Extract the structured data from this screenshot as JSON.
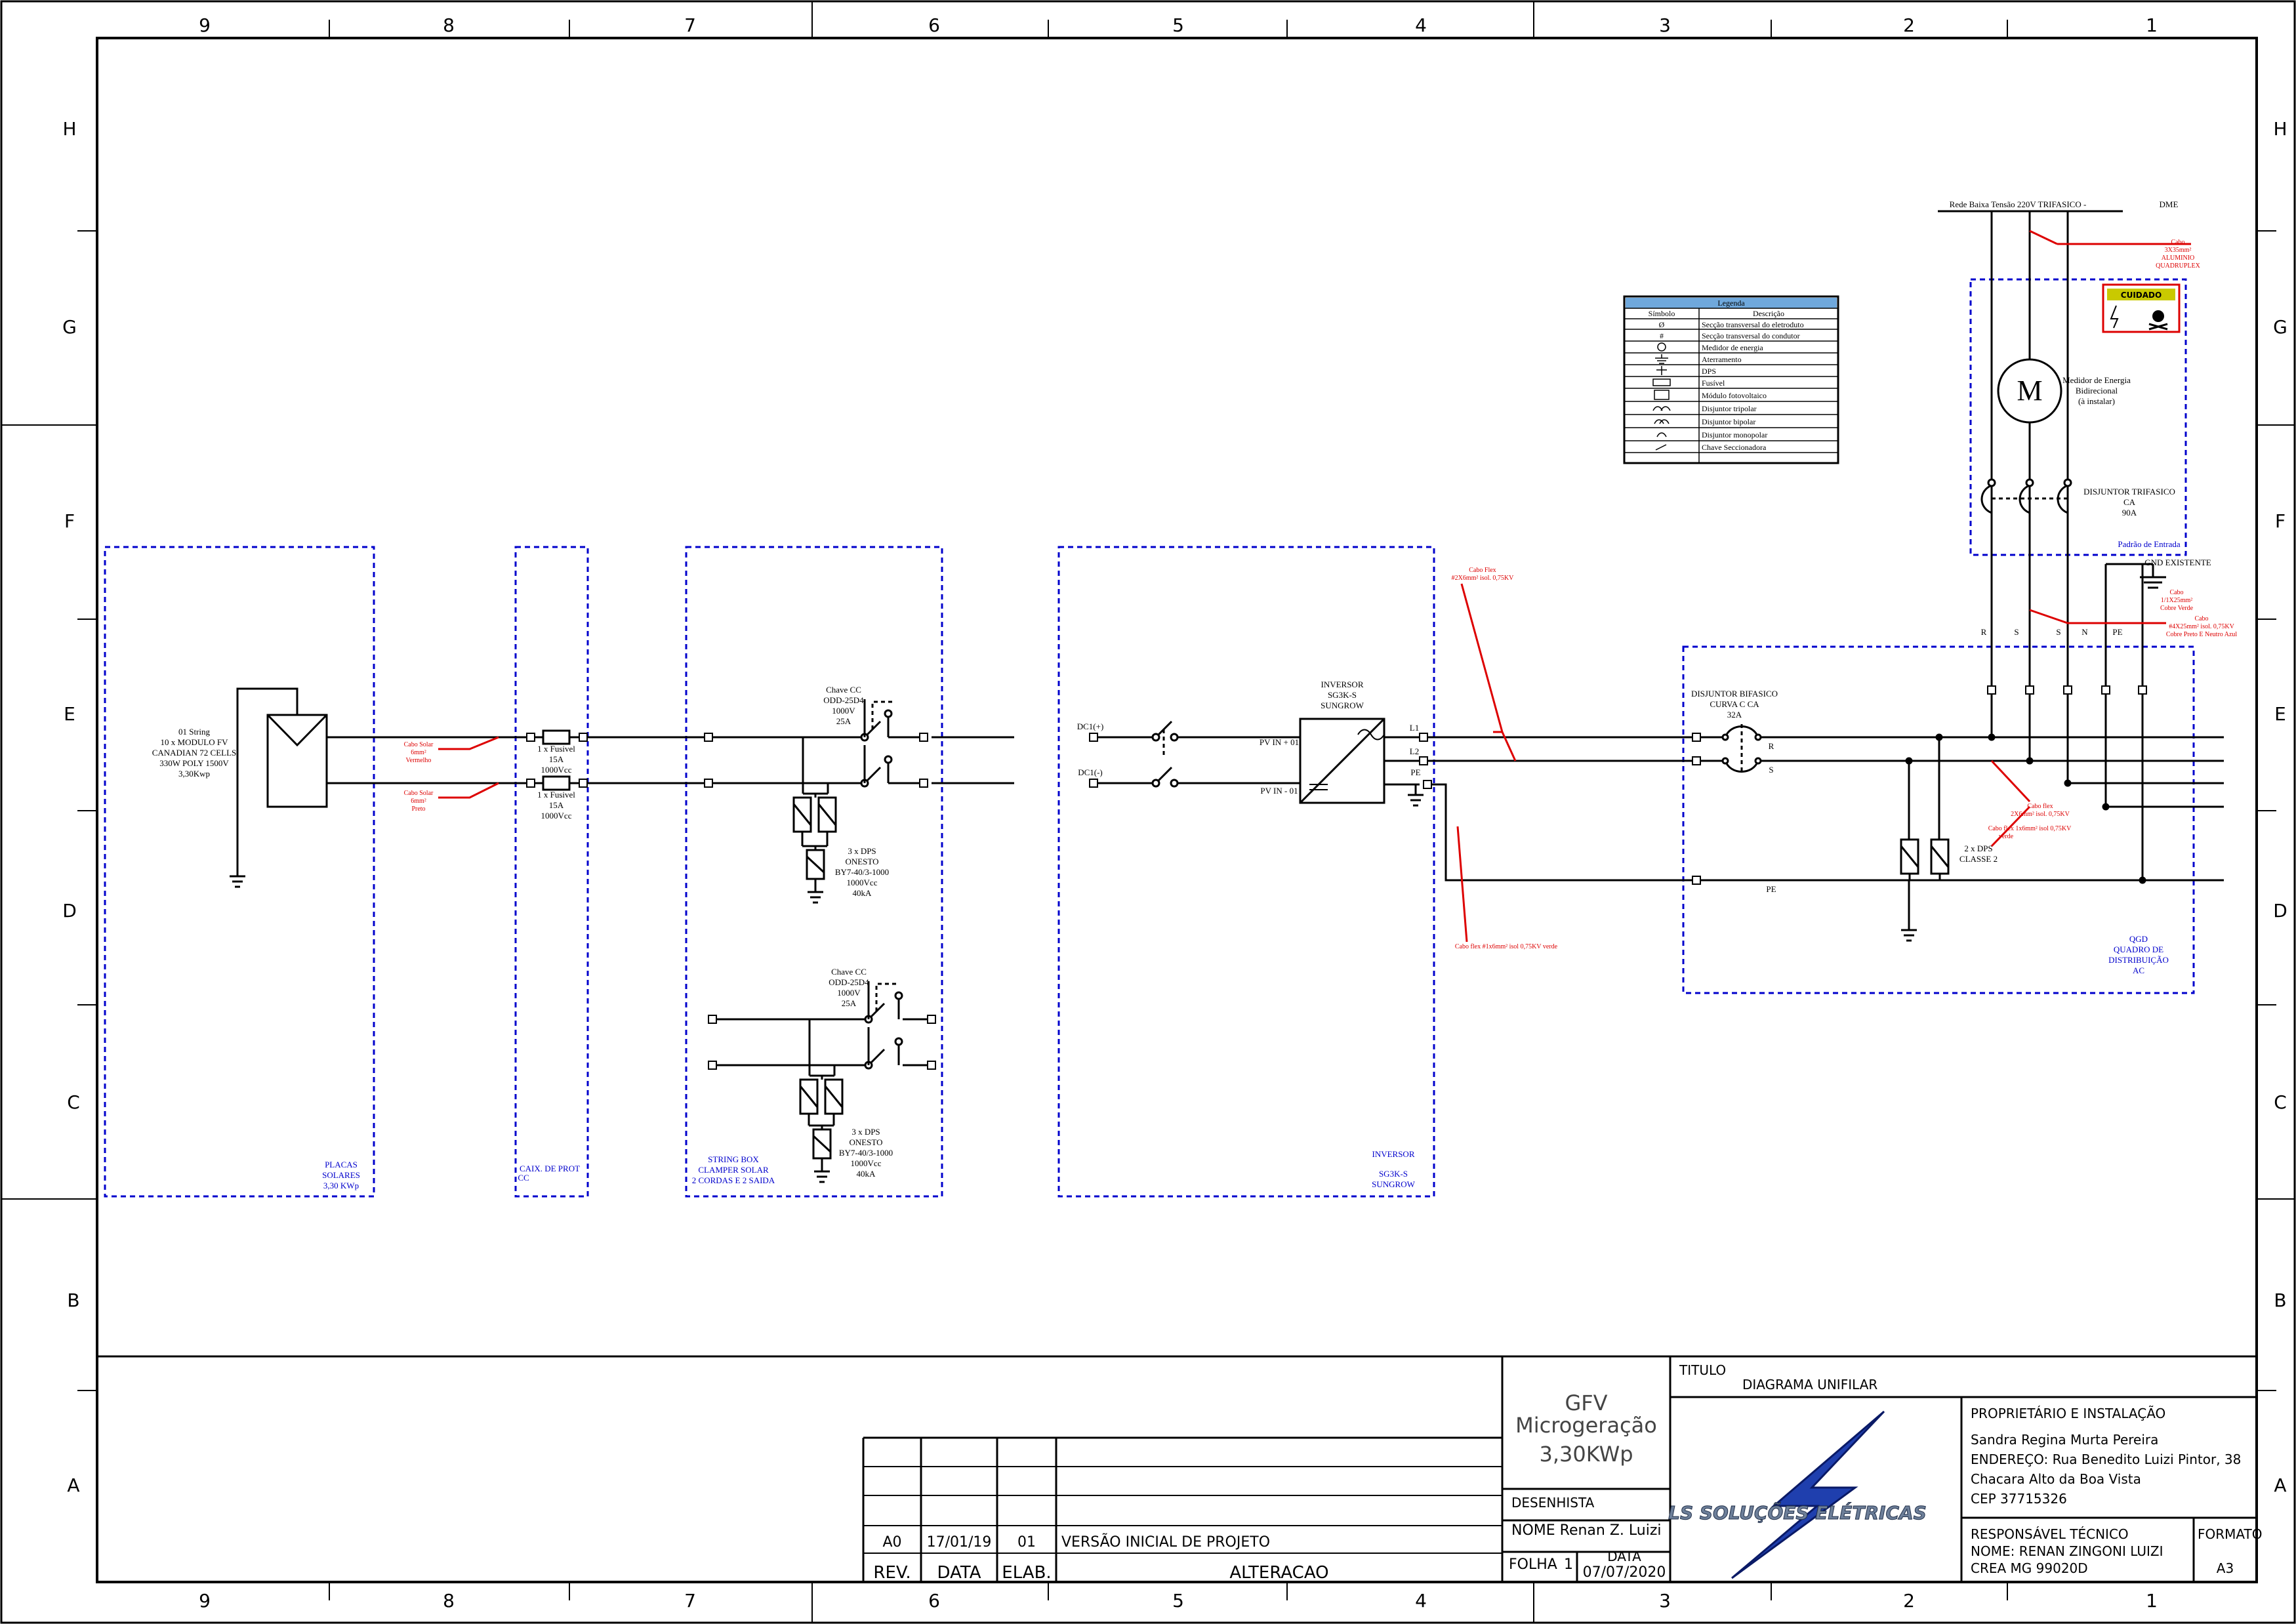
{
  "grid": {
    "columns": [
      "9",
      "8",
      "7",
      "6",
      "5",
      "4",
      "3",
      "2",
      "1"
    ],
    "rows": [
      "H",
      "G",
      "F",
      "E",
      "D",
      "C",
      "B",
      "A"
    ]
  },
  "colors": {
    "ink": "#000000",
    "box": "#0000cc",
    "note": "#dd0000",
    "legend_header": "#6fa8dc"
  },
  "blocks": {
    "placas": {
      "title": [
        "PLACAS",
        "SOLARES",
        "3,30 KWp"
      ],
      "desc": [
        "01 String",
        "10 x MODULO FV",
        "CANADIAN 72 CELLS",
        "330W POLY 1500V",
        "3,30Kwp"
      ]
    },
    "caixa": {
      "title": [
        "CAIX. DE PROT",
        "CC"
      ],
      "fuse1": [
        "1 x Fusivel",
        "15A",
        "1000Vcc"
      ],
      "fuse2": [
        "1 x Fusivel",
        "15A",
        "1000Vcc"
      ]
    },
    "stringbox": {
      "title": [
        "STRING BOX",
        "CLAMPER SOLAR",
        "2 CORDAS E 2 SAIDA"
      ],
      "switch1": [
        "Chave CC",
        "ODD-25D4",
        "1000V",
        "25A"
      ],
      "dps1": [
        "3 x DPS",
        "ONESTO",
        "BY7-40/3-1000",
        "1000Vcc",
        "40kA"
      ],
      "switch2": [
        "Chave CC",
        "ODD-25D4",
        "1000V",
        "25A"
      ],
      "dps2": [
        "3 x DPS",
        "ONESTO",
        "BY7-40/3-1000",
        "1000Vcc",
        "40kA"
      ]
    },
    "inversor": {
      "title": [
        "INVERSOR",
        "SG3K-S",
        "SUNGROW"
      ],
      "label": [
        "INVERSOR",
        "SG3K-S",
        "SUNGROW"
      ],
      "dc_pos": "DC1(+)",
      "dc_neg": "DC1(-)",
      "pv_pos": "PV IN + 01",
      "pv_neg": "PV IN - 01",
      "l1": "L1",
      "l2": "L2",
      "pe": "PE"
    },
    "qgd": {
      "title": [
        "QGD",
        "QUADRO DE",
        "DISTRIBUIÇÃO",
        "AC"
      ],
      "breaker": [
        "DISJUNTOR BIFASICO",
        "CURVA C CA",
        "32A"
      ],
      "r": "R",
      "s": "S",
      "pe": "PE",
      "dps": [
        "2 x DPS",
        "CLASSE 2"
      ],
      "phases": [
        "R",
        "S",
        "S",
        "N",
        "PE"
      ]
    },
    "entrada": {
      "rede": "Rede Baixa Tensão 220V TRIFASICO -",
      "dme": "DME",
      "meter_symbol": "M",
      "meter": [
        "Medidor de Energia",
        "Bidirecional",
        "(à instalar)"
      ],
      "breaker": [
        "DISJUNTOR TRIFASICO",
        "CA",
        "90A"
      ],
      "padrao": "Padrão de Entrada",
      "gnd": "GND EXISTENTE",
      "warning": "CUIDADO"
    }
  },
  "notes": {
    "cabo_pos": [
      "Cabo Solar",
      "6mm²",
      "Vermelho"
    ],
    "cabo_neg": [
      "Cabo Solar",
      "6mm²",
      "Preto"
    ],
    "cabo_flex_inv": [
      "Cabo Flex",
      "#2X6mm² isol. 0,75KV"
    ],
    "cabo_verde": "Cabo flex #1x6mm² isol 0,75KV verde",
    "cabo_ramal": [
      "Cabo",
      "3X35mm²",
      "ALUMINIO",
      "QUADRUPLEX"
    ],
    "cabo_terra": [
      "Cabo",
      "1/1X25mm²",
      "Cobre Verde"
    ],
    "cabo_qgd": [
      "Cabo",
      "#4X25mm² isol. 0,75KV",
      "Cobre Preto E Neutro Azul"
    ],
    "cabo_dps1": [
      "Cabo flex",
      "2X6mm² isol. 0,75KV"
    ],
    "cabo_dps2": [
      "Cabo flex 1x6mm² isol 0,75KV",
      "verde"
    ]
  },
  "legend": {
    "title": "Legenda",
    "col_symbol": "Símbolo",
    "col_desc": "Descrição",
    "rows": [
      {
        "symbol": "Ø",
        "desc": "Secção transversal do eletroduto"
      },
      {
        "symbol": "#",
        "desc": "Secção transversal do condutor"
      },
      {
        "symbol": "",
        "desc": "Medidor de energia"
      },
      {
        "symbol": "",
        "desc": "Aterramento"
      },
      {
        "symbol": "",
        "desc": "DPS"
      },
      {
        "symbol": "",
        "desc": "Fusível"
      },
      {
        "symbol": "",
        "desc": "Módulo fotovoltaico"
      },
      {
        "symbol": "",
        "desc": "Disjuntor tripolar"
      },
      {
        "symbol": "",
        "desc": "Disjuntor bipolar"
      },
      {
        "symbol": "",
        "desc": "Disjuntor monopolar"
      },
      {
        "symbol": "",
        "desc": "Chave Seccionadora"
      }
    ]
  },
  "title_block": {
    "rev_headers": [
      "REV.",
      "DATA",
      "ELAB.",
      "ALTERACAO"
    ],
    "rev_row": [
      "A0",
      "17/01/19",
      "01",
      "VERSÃO INICIAL DE PROJETO"
    ],
    "project": [
      "GFV",
      "Microgeração",
      "3,30KWp"
    ],
    "desenhista_label": "DESENHISTA",
    "desenhista_name": "NOME Renan Z. Luizi",
    "folha_label": "FOLHA",
    "folha_value": "1",
    "data_label": "DATA",
    "data_value": "07/07/2020",
    "titulo_label": "TITULO",
    "titulo_value": "DIAGRAMA UNIFILAR",
    "logo_text": "LS SOLUÇÕES ELÉTRICAS",
    "owner_label": "PROPRIETÁRIO E INSTALAÇÃO",
    "owner_name": "Sandra Regina Murta Pereira",
    "owner_address": "ENDEREÇO: Rua Benedito Luizi Pintor, 38",
    "owner_district": "Chacara Alto da Boa Vista",
    "owner_cep": "CEP 37715326",
    "tech_label": "RESPONSÁVEL TÉCNICO",
    "tech_name": "NOME: RENAN ZINGONI LUIZI",
    "tech_crea": "CREA   MG 99020D",
    "formato_label": "FORMATO",
    "formato_value": "A3"
  }
}
